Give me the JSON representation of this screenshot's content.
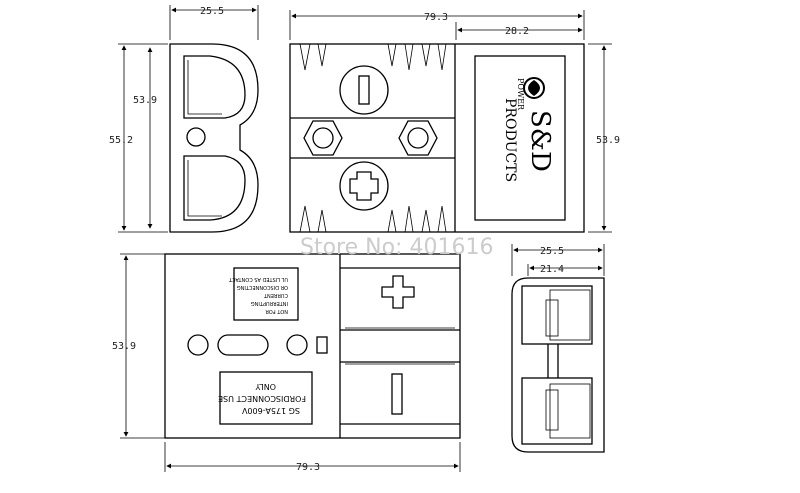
{
  "dimensions": {
    "top_left_width": "25.5",
    "top_left_inner_height": "53.9",
    "top_left_outer_height": "55.2",
    "top_center_width": "79.3",
    "top_center_right_part": "28.2",
    "top_right_height": "53.9",
    "bottom_left_height": "53.9",
    "bottom_left_width": "79.3",
    "bottom_right_outer_width": "25.5",
    "bottom_right_inner_width": "21.4"
  },
  "logo": {
    "brand": "S&D",
    "line1": "POWER",
    "line2": "PRODUCTS"
  },
  "watermark": "Store No: 401616",
  "label_top": {
    "line1": "NOT FOR",
    "line2": "INTERRUPTING",
    "line3": "CURRENT",
    "line4": "OR DISCONNECTING",
    "line5": "UL LISTED AS CONTACT"
  },
  "label_bottom": {
    "line1": "SG 175A-600V",
    "line2": "FORDISCONNECT USE",
    "line3": "ONLY"
  }
}
